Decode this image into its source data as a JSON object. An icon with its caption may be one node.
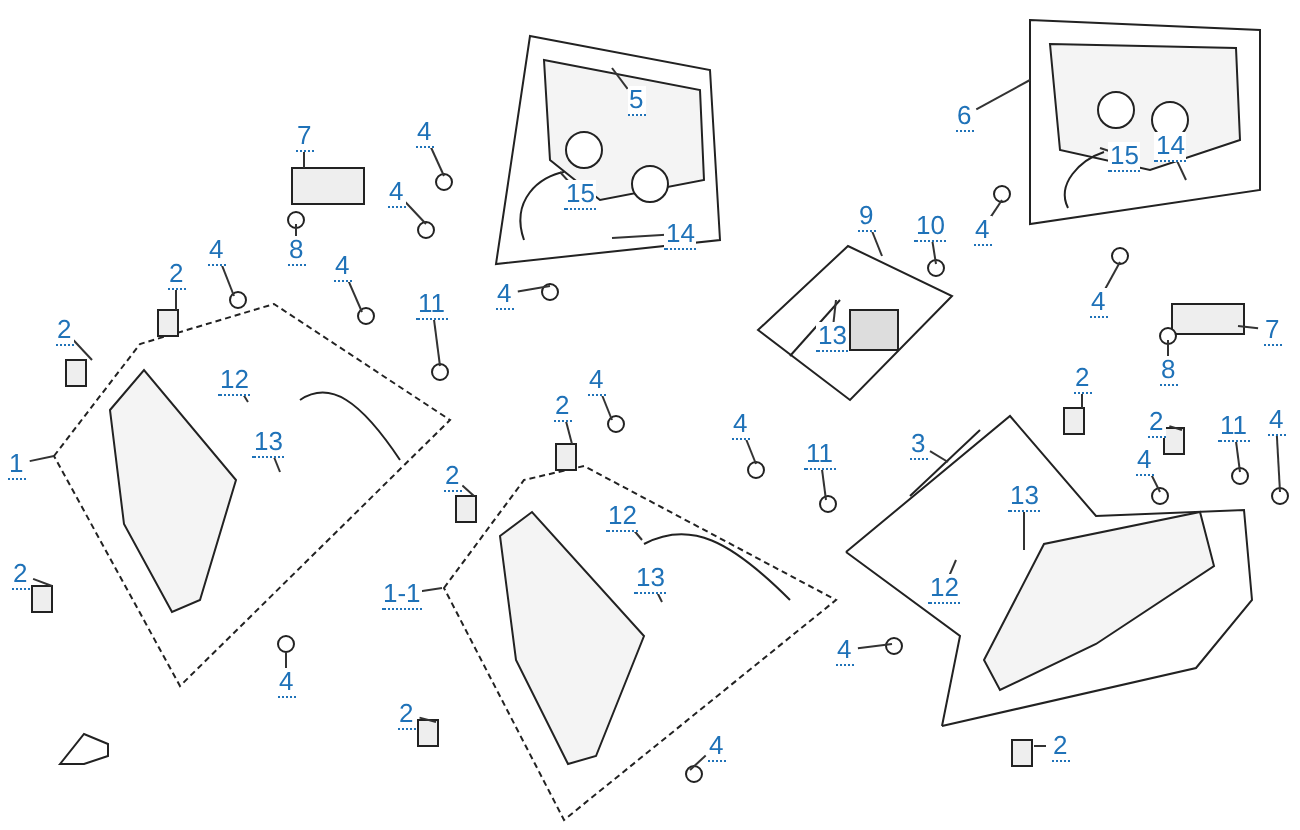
{
  "diagram": {
    "nodes": [
      {
        "text": [
          "5"
        ]
      },
      {
        "text": [
          "6"
        ]
      },
      {
        "text": [
          "7"
        ]
      },
      {
        "text": [
          "4"
        ]
      },
      {
        "text": [
          "4"
        ]
      },
      {
        "text": [
          "15"
        ]
      },
      {
        "text": [
          "14"
        ]
      },
      {
        "text": [
          "8"
        ]
      },
      {
        "text": [
          "4"
        ]
      },
      {
        "text": [
          "4"
        ]
      },
      {
        "text": [
          "2"
        ]
      },
      {
        "text": [
          "4"
        ]
      },
      {
        "text": [
          "11"
        ]
      },
      {
        "text": [
          "2"
        ]
      },
      {
        "text": [
          "12"
        ]
      },
      {
        "text": [
          "13"
        ]
      },
      {
        "text": [
          "1"
        ]
      },
      {
        "text": [
          "2"
        ]
      },
      {
        "text": [
          "4"
        ]
      },
      {
        "text": [
          "1-1"
        ]
      },
      {
        "text": [
          "2"
        ]
      },
      {
        "text": [
          "12"
        ]
      },
      {
        "text": [
          "13"
        ]
      },
      {
        "text": [
          "4"
        ]
      },
      {
        "text": [
          "2"
        ]
      },
      {
        "text": [
          "9"
        ]
      },
      {
        "text": [
          "10"
        ]
      },
      {
        "text": [
          "13"
        ]
      },
      {
        "text": [
          "4"
        ]
      },
      {
        "text": [
          "15"
        ]
      },
      {
        "text": [
          "14"
        ]
      },
      {
        "text": [
          "4"
        ]
      },
      {
        "text": [
          "7"
        ]
      },
      {
        "text": [
          "8"
        ]
      },
      {
        "text": [
          "2"
        ]
      },
      {
        "text": [
          "4"
        ]
      },
      {
        "text": [
          "11"
        ]
      },
      {
        "text": [
          "4"
        ]
      },
      {
        "text": [
          "2"
        ]
      },
      {
        "text": [
          "11"
        ]
      },
      {
        "text": [
          "4"
        ]
      },
      {
        "text": [
          "3"
        ]
      },
      {
        "text": [
          "13"
        ]
      },
      {
        "text": [
          "12"
        ]
      },
      {
        "text": [
          "4"
        ]
      },
      {
        "text": [
          "2"
        ]
      },
      {
        "text": [
          "4"
        ]
      },
      {
        "text": [
          "2"
        ]
      }
    ],
    "edges": [
      {
        "from": 0,
        "to": null,
        "arrow": "none"
      },
      {
        "from": 1,
        "to": null,
        "arrow": "none"
      },
      {
        "from": 2,
        "to": null,
        "arrow": "none"
      },
      {
        "from": 3,
        "to": null,
        "arrow": "none"
      },
      {
        "from": 4,
        "to": null,
        "arrow": "none"
      },
      {
        "from": 5,
        "to": null,
        "arrow": "none"
      },
      {
        "from": 6,
        "to": null,
        "arrow": "none"
      },
      {
        "from": 7,
        "to": null,
        "arrow": "none"
      },
      {
        "from": 8,
        "to": null,
        "arrow": "none"
      },
      {
        "from": 9,
        "to": null,
        "arrow": "none"
      },
      {
        "from": 10,
        "to": null,
        "arrow": "none"
      },
      {
        "from": 11,
        "to": null,
        "arrow": "none"
      },
      {
        "from": 12,
        "to": null,
        "arrow": "none"
      },
      {
        "from": 13,
        "to": null,
        "arrow": "none"
      },
      {
        "from": 14,
        "to": null,
        "arrow": "none"
      },
      {
        "from": 15,
        "to": null,
        "arrow": "none"
      },
      {
        "from": 16,
        "to": null,
        "arrow": "none"
      },
      {
        "from": 17,
        "to": null,
        "arrow": "none"
      },
      {
        "from": 18,
        "to": null,
        "arrow": "none"
      },
      {
        "from": 19,
        "to": null,
        "arrow": "none"
      },
      {
        "from": 20,
        "to": null,
        "arrow": "none"
      },
      {
        "from": 21,
        "to": null,
        "arrow": "none"
      },
      {
        "from": 22,
        "to": null,
        "arrow": "none"
      },
      {
        "from": 23,
        "to": null,
        "arrow": "none"
      },
      {
        "from": 24,
        "to": null,
        "arrow": "none"
      },
      {
        "from": 25,
        "to": null,
        "arrow": "none"
      },
      {
        "from": 26,
        "to": null,
        "arrow": "none"
      },
      {
        "from": 27,
        "to": null,
        "arrow": "none"
      },
      {
        "from": 28,
        "to": null,
        "arrow": "none"
      },
      {
        "from": 29,
        "to": null,
        "arrow": "none"
      },
      {
        "from": 30,
        "to": null,
        "arrow": "none"
      },
      {
        "from": 31,
        "to": null,
        "arrow": "none"
      },
      {
        "from": 32,
        "to": null,
        "arrow": "none"
      },
      {
        "from": 33,
        "to": null,
        "arrow": "none"
      },
      {
        "from": 34,
        "to": null,
        "arrow": "none"
      },
      {
        "from": 35,
        "to": null,
        "arrow": "none"
      },
      {
        "from": 36,
        "to": null,
        "arrow": "none"
      },
      {
        "from": 37,
        "to": null,
        "arrow": "none"
      },
      {
        "from": 38,
        "to": null,
        "arrow": "none"
      },
      {
        "from": 39,
        "to": null,
        "arrow": "none"
      },
      {
        "from": 40,
        "to": null,
        "arrow": "none"
      },
      {
        "from": 41,
        "to": null,
        "arrow": "none"
      },
      {
        "from": 42,
        "to": null,
        "arrow": "none"
      },
      {
        "from": 43,
        "to": null,
        "arrow": "none"
      },
      {
        "from": 44,
        "to": null,
        "arrow": "none"
      },
      {
        "from": 45,
        "to": null,
        "arrow": "none"
      },
      {
        "from": 46,
        "to": null,
        "arrow": "none"
      },
      {
        "from": 47,
        "to": null,
        "arrow": "none"
      }
    ]
  }
}
